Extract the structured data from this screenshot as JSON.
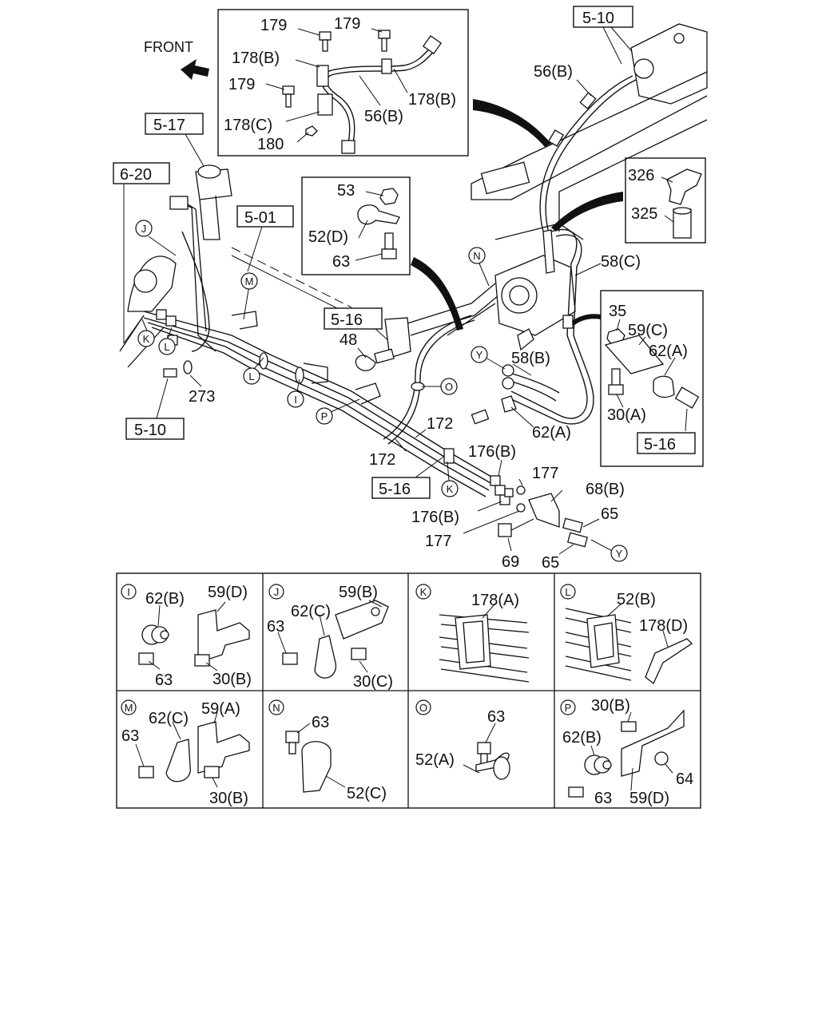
{
  "front_label": "FRONT",
  "section_refs": [
    "5-10",
    "5-17",
    "6-20",
    "5-01",
    "5-16",
    "5-10",
    "5-16",
    "5-16"
  ],
  "main_labels": {
    "p179a": "179",
    "p179b": "179",
    "p178b_top": "178(B)",
    "p179c": "179",
    "p178b_right": "178(B)",
    "p56b_inset": "56(B)",
    "p178c": "178(C)",
    "p180": "180",
    "p56b": "56(B)",
    "p326": "326",
    "p325": "325",
    "p53": "53",
    "p52d": "52(D)",
    "p63": "63",
    "p58c": "58(C)",
    "p35": "35",
    "p59c": "59(C)",
    "p62a_r": "62(A)",
    "p30a": "30(A)",
    "p48": "48",
    "p58b": "58(B)",
    "p62a": "62(A)",
    "p273": "273",
    "p172a": "172",
    "p172b": "172",
    "p176b_a": "176(B)",
    "p177_a": "177",
    "p68b": "68(B)",
    "p65_a": "65",
    "p176b_b": "176(B)",
    "p177_b": "177",
    "p69": "69",
    "p65_b": "65"
  },
  "callouts": {
    "J": "J",
    "K": "K",
    "L": "L",
    "L2": "L",
    "I": "I",
    "P": "P",
    "M": "M",
    "N": "N",
    "O": "O",
    "Y": "Y",
    "Y2": "Y",
    "K2": "K"
  },
  "detail_panels": [
    {
      "id": "I",
      "labels": [
        "62(B)",
        "59(D)",
        "63",
        "30(B)"
      ]
    },
    {
      "id": "J",
      "labels": [
        "59(B)",
        "62(C)",
        "63",
        "30(C)"
      ]
    },
    {
      "id": "K",
      "labels": [
        "178(A)"
      ]
    },
    {
      "id": "L",
      "labels": [
        "52(B)",
        "178(D)"
      ]
    },
    {
      "id": "M",
      "labels": [
        "62(C)",
        "59(A)",
        "63",
        "30(B)"
      ]
    },
    {
      "id": "N",
      "labels": [
        "63",
        "52(C)"
      ]
    },
    {
      "id": "O",
      "labels": [
        "63",
        "52(A)"
      ]
    },
    {
      "id": "P",
      "labels": [
        "30(B)",
        "62(B)",
        "64",
        "63",
        "59(D)"
      ]
    }
  ]
}
